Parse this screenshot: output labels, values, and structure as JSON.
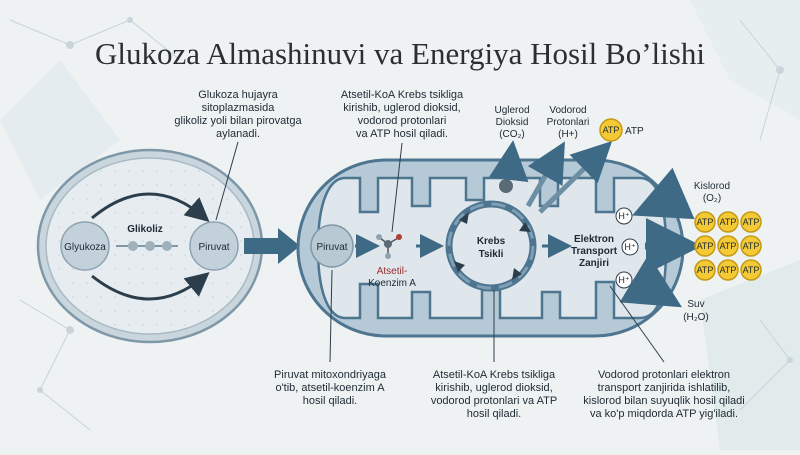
{
  "title": "Glukoza Almashinuvi va Energiya Hosil Bo’lishi",
  "cell": {
    "glucose_label": "Glyukoza",
    "glycolysis_label": "Glikoliz",
    "pyruvate_label": "Piruvat",
    "caption": [
      "Glukoza hujayra",
      "sitoplazmasida",
      "glikoliz yoli bilan pirovatga",
      "aylanadi."
    ]
  },
  "mito": {
    "pyruvate_label": "Piruvat",
    "acetyl_label": [
      "Atsetil-",
      "Koenzim A"
    ],
    "krebs_label": [
      "Krebs",
      "Tsikli"
    ],
    "etc_label": [
      "Elektron",
      "Transport",
      "Zanjiri"
    ],
    "top_caption": [
      "Atsetil-KoA Krebs tsikliga",
      "kirishib, uglerod dioksid,",
      "vodorod protonlari",
      "va ATP hosil qiladi."
    ],
    "bottom_left_caption": [
      "Piruvat mitoxondriyaga",
      "o'tib, atsetil-koenzim A",
      "hosil qiladi."
    ],
    "bottom_mid_caption": [
      "Atsetil-KoA Krebs tsikliga",
      "kirishib, uglerod dioksid,",
      "vodorod protonlari va ATP",
      "hosil qiladi."
    ],
    "bottom_right_caption": [
      "Vodorod protonlari elektron",
      "transport zanjirida ishlatilib,",
      "kislorod bilan suyuqlik hosil qiladi",
      "va ko'p miqdorda ATP yig'iladi."
    ]
  },
  "outputs": {
    "co2": [
      "Uglerod",
      "Dioksid",
      "(CO₂)"
    ],
    "h": [
      "Vodorod",
      "Protonlari",
      "(H+)"
    ],
    "atp_badge": "ATP",
    "atp_label": "ATP",
    "oxygen": [
      "Kislorod",
      "(O₂)"
    ],
    "water": [
      "Suv",
      "(H₂O)"
    ],
    "proton": "H⁺",
    "atp_grid_label": "ATP"
  },
  "colors": {
    "membrane": "#5b7f96",
    "matrix": "#dfe7ec",
    "atp": "#f3c935",
    "arrow": "#3e6a85"
  }
}
